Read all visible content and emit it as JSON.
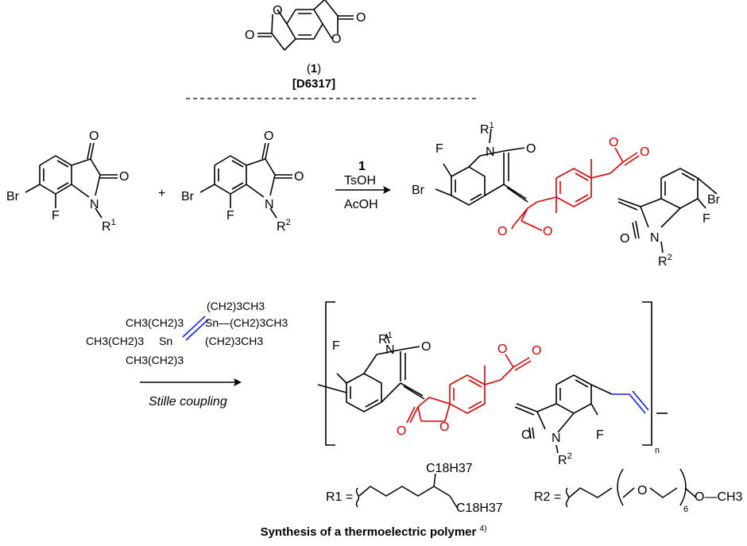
{
  "compound": {
    "number": "1",
    "catalog_code": "[D6317]"
  },
  "reaction1": {
    "reagent_number": "1",
    "reagent_1": "TsOH",
    "reagent_2": "AcOH"
  },
  "reaction2": {
    "label": "Stille coupling"
  },
  "atoms": {
    "O": "O",
    "N": "N",
    "Br": "Br",
    "F": "F",
    "Sn": "Sn"
  },
  "substituents": {
    "r1": "R",
    "r1_sup": "1",
    "r2": "R",
    "r2_sup": "2",
    "n": "n"
  },
  "stannane": {
    "line1": "(CH2)3CH3",
    "line2a": "CH3(CH2)3",
    "line2b": "Sn—(CH2)3CH3",
    "line3a": "CH3(CH2)3",
    "line3b": "Sn",
    "line4a": "(CH2)3CH3",
    "line5": "CH3(CH2)3"
  },
  "definitions": {
    "r1_label": "R1 =",
    "r1_branch_top": "C18H37",
    "r1_branch_bottom": "C18H37",
    "r2_label": "R2 =",
    "r2_repeat": "6",
    "r2_end": "O—CH3"
  },
  "caption": {
    "text": "Synthesis of a thermoelectric polymer",
    "ref": "4)"
  },
  "colors": {
    "core": "#e00000",
    "vinylene": "#1a1aff",
    "bonds": "#000000"
  }
}
